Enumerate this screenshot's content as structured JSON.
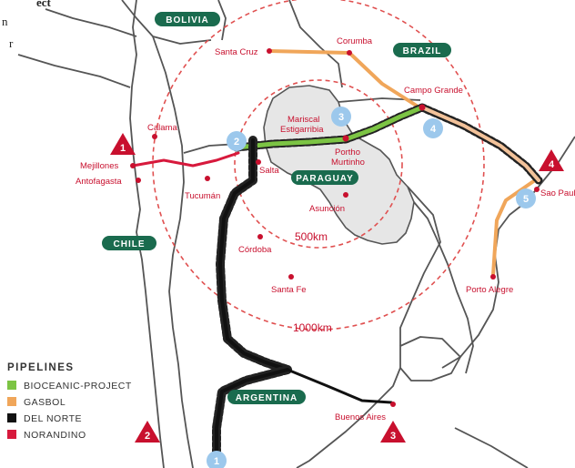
{
  "edge_text": {
    "top": "ect",
    "second": "n",
    "third": "r"
  },
  "rings": {
    "inner": "500km",
    "outer": "1000km"
  },
  "countries": {
    "bolivia": "BOLIVIA",
    "brazil": "BRAZIL",
    "paraguay": "PARAGUAY",
    "chile": "CHILE",
    "argentina": "ARGENTINA"
  },
  "cities": {
    "santa_cruz": "Santa Cruz",
    "corumba": "Corumba",
    "campo_grande": "Campo Grande",
    "calama": "Calama",
    "mejillones": "Mejillones",
    "antofagasta": "Antofagasta",
    "salta": "Salta",
    "tucuman": "Tucumán",
    "mariscal_1": "Mariscal",
    "mariscal_2": "Estigarribia",
    "portho_1": "Portho",
    "portho_2": "Murtinho",
    "asuncion": "Asunción",
    "sao_paulo": "Sao Paul",
    "cordoba": "Córdoba",
    "santa_fe": "Santa Fe",
    "porto_alegre": "Porto Alegre",
    "buenos_aires": "Buenos Aires"
  },
  "circle_markers": {
    "m1": "1",
    "m2": "2",
    "m3": "3",
    "m4": "4",
    "m5": "5"
  },
  "triangle_markers": {
    "t1": "1",
    "t2": "2",
    "t3": "3",
    "t4": "4"
  },
  "legend": {
    "title": "PIPELINES",
    "items": [
      {
        "label": "BIOCEANIC-PROJECT",
        "color": "#7cc444"
      },
      {
        "label": "GASBOL",
        "color": "#f0a65a"
      },
      {
        "label": "DEL NORTE",
        "color": "#111111"
      },
      {
        "label": "NORANDINO",
        "color": "#d7193c"
      }
    ]
  },
  "colors": {
    "country_badge": "#1a6b4e",
    "city_red": "#c8102e",
    "ring_dash": "#e05050",
    "circle_marker": "#9cc8ec",
    "triangle_marker": "#c8102e",
    "paraguay_fill": "#e6e6e6",
    "border": "#555555"
  }
}
